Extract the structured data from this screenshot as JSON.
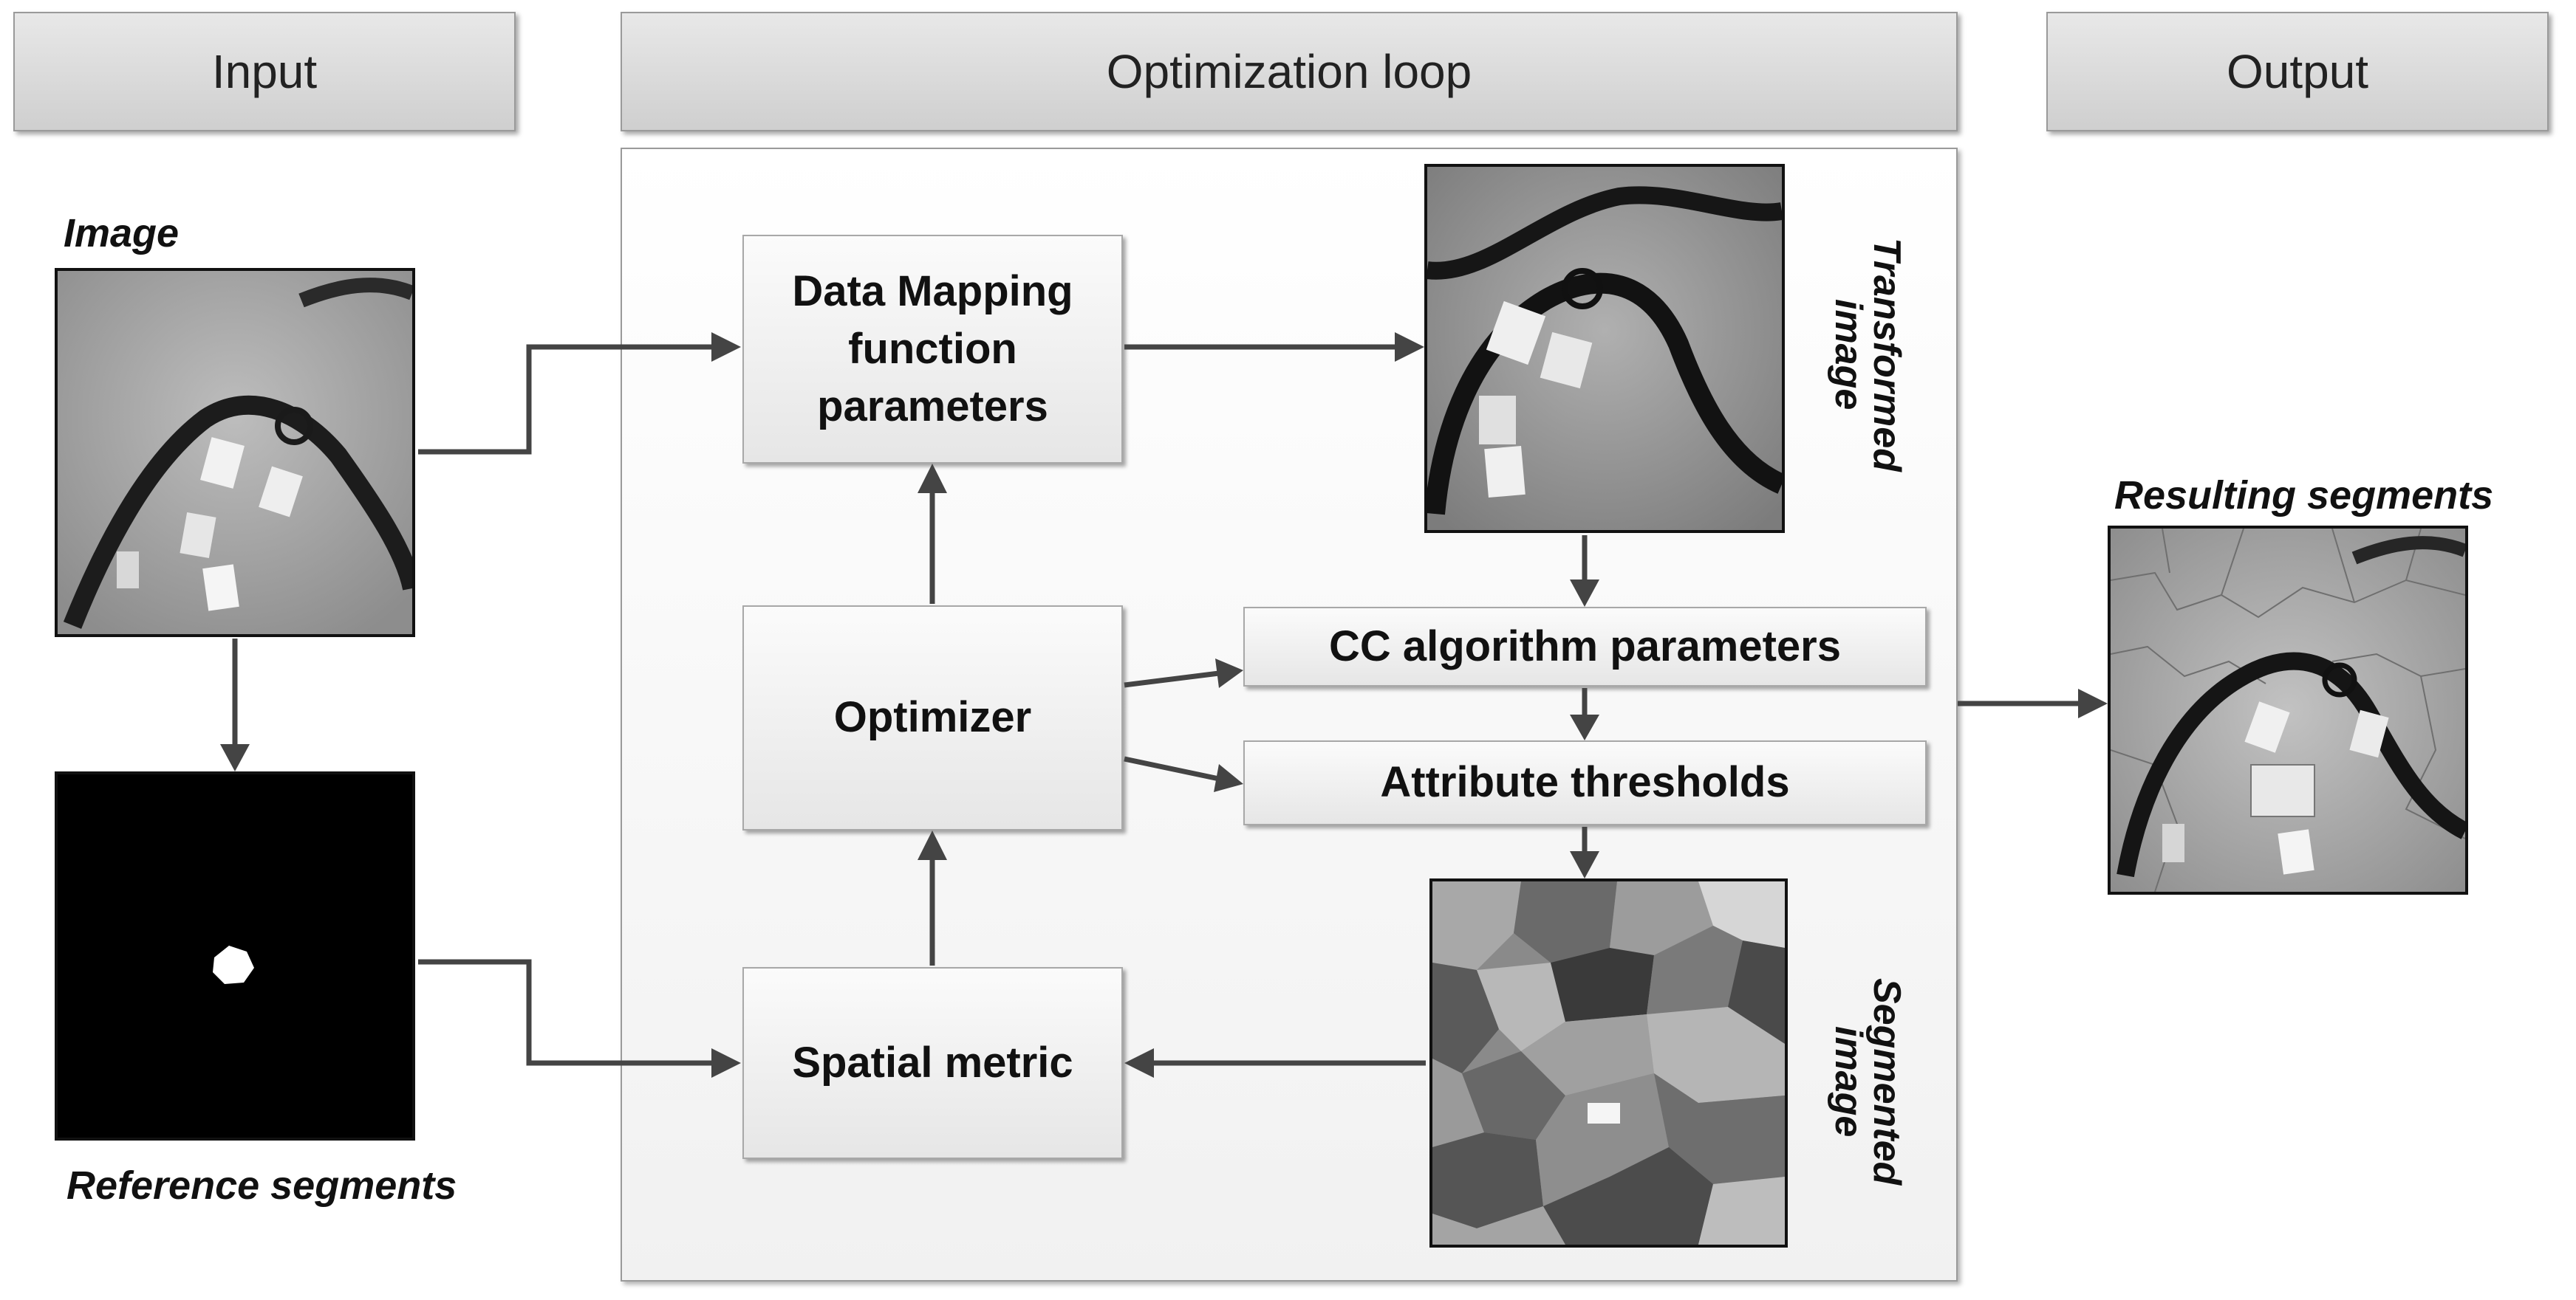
{
  "headers": {
    "input": "Input",
    "loop": "Optimization loop",
    "output": "Output"
  },
  "labels": {
    "image": "Image",
    "reference_segments": "Reference segments",
    "transformed_image_line1": "Transformed",
    "transformed_image_line2": "image",
    "segmented_image_line1": "Segmented",
    "segmented_image_line2": "image",
    "resulting_segments": "Resulting segments"
  },
  "boxes": {
    "data_mapping_line1": "Data Mapping",
    "data_mapping_line2": "function",
    "data_mapping_line3": "parameters",
    "optimizer": "Optimizer",
    "spatial_metric": "Spatial metric",
    "cc_algorithm": "CC algorithm parameters",
    "attribute_thresholds": "Attribute thresholds"
  },
  "colors": {
    "arrow": "#444444",
    "box_border": "#a8a8a8"
  }
}
